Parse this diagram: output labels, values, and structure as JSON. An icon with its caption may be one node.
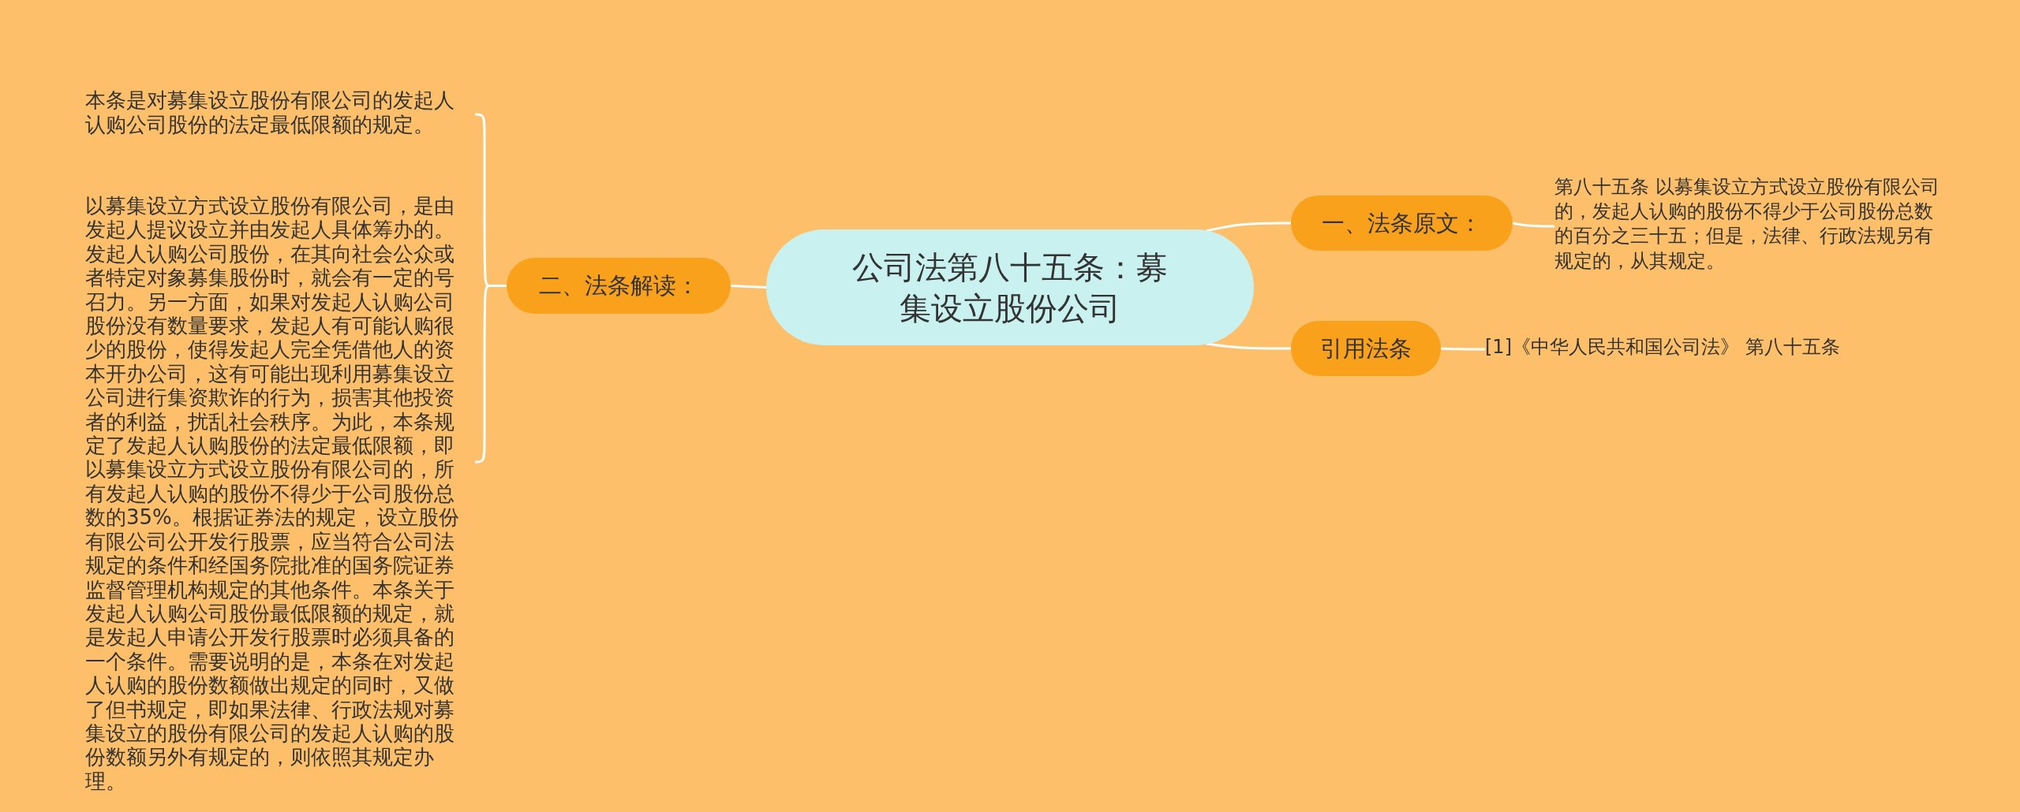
{
  "diagram": {
    "nodes": [
      {
        "text": [
          "公司法第八十五条：募集设立股份公司"
        ]
      },
      {
        "text": [
          "一、法条原文："
        ]
      },
      {
        "text": [
          "第八十五条 以募集设立方式设立股份有限公司的，发起人认购的股份不得少于公司股份总数的百分之三十五；但是，法律、行政法规另有规定的，从其规定。"
        ]
      },
      {
        "text": [
          "引用法条"
        ]
      },
      {
        "text": [
          "[1]《中华人民共和国公司法》 第八十五条"
        ]
      },
      {
        "text": [
          "二、法条解读："
        ]
      },
      {
        "text": [
          "本条是对募集设立股份有限公司的发起人认购公司股份的法定最低限额的规定。"
        ]
      },
      {
        "text": [
          "以募集设立方式设立股份有限公司，是由发起人提议设立并由发起人具体筹办的。发起人认购公司股份，在其向社会公众或者特定对象募集股份时，就会有一定的号召力。另一方面，如果对发起人认购公司股份没有数量要求，发起人有可能认购很少的股份，使得发起人完全凭借他人的资本开办公司，这有可能出现利用募集设立公司进行集资欺诈的行为，损害其他投资者的利益，扰乱社会秩序。为此，本条规定了发起人认购股份的法定最低限额，即以募集设立方式设立股份有限公司的，所有发起人认购的股份不得少于公司股份总数的35%。根据证券法的规定，设立股份有限公司公开发行股票，应当符合公司法规定的条件和经国务院批准的国务院证券监督管理机构规定的其他条件。本条关于发起人认购公司股份最低限额的规定，就是发起人申请公开发行股票时必须具备的一个条件。需要说明的是，本条在对发起人认购的股份数额做出规定的同时，又做了但书规定，即如果法律、行政法规对募集设立的股份有限公司的发起人认购的股份数额另外有规定的，则依照其规定办理。"
        ]
      }
    ],
    "edges": [
      {
        "from": 0,
        "to": 1,
        "arrow": "none"
      },
      {
        "from": 1,
        "to": 2,
        "arrow": "none"
      },
      {
        "from": 0,
        "to": 3,
        "arrow": "none"
      },
      {
        "from": 3,
        "to": 4,
        "arrow": "none"
      },
      {
        "from": 0,
        "to": 5,
        "arrow": "none"
      },
      {
        "from": 5,
        "to": 6,
        "arrow": "none"
      },
      {
        "from": 5,
        "to": 7,
        "arrow": "none"
      }
    ]
  }
}
